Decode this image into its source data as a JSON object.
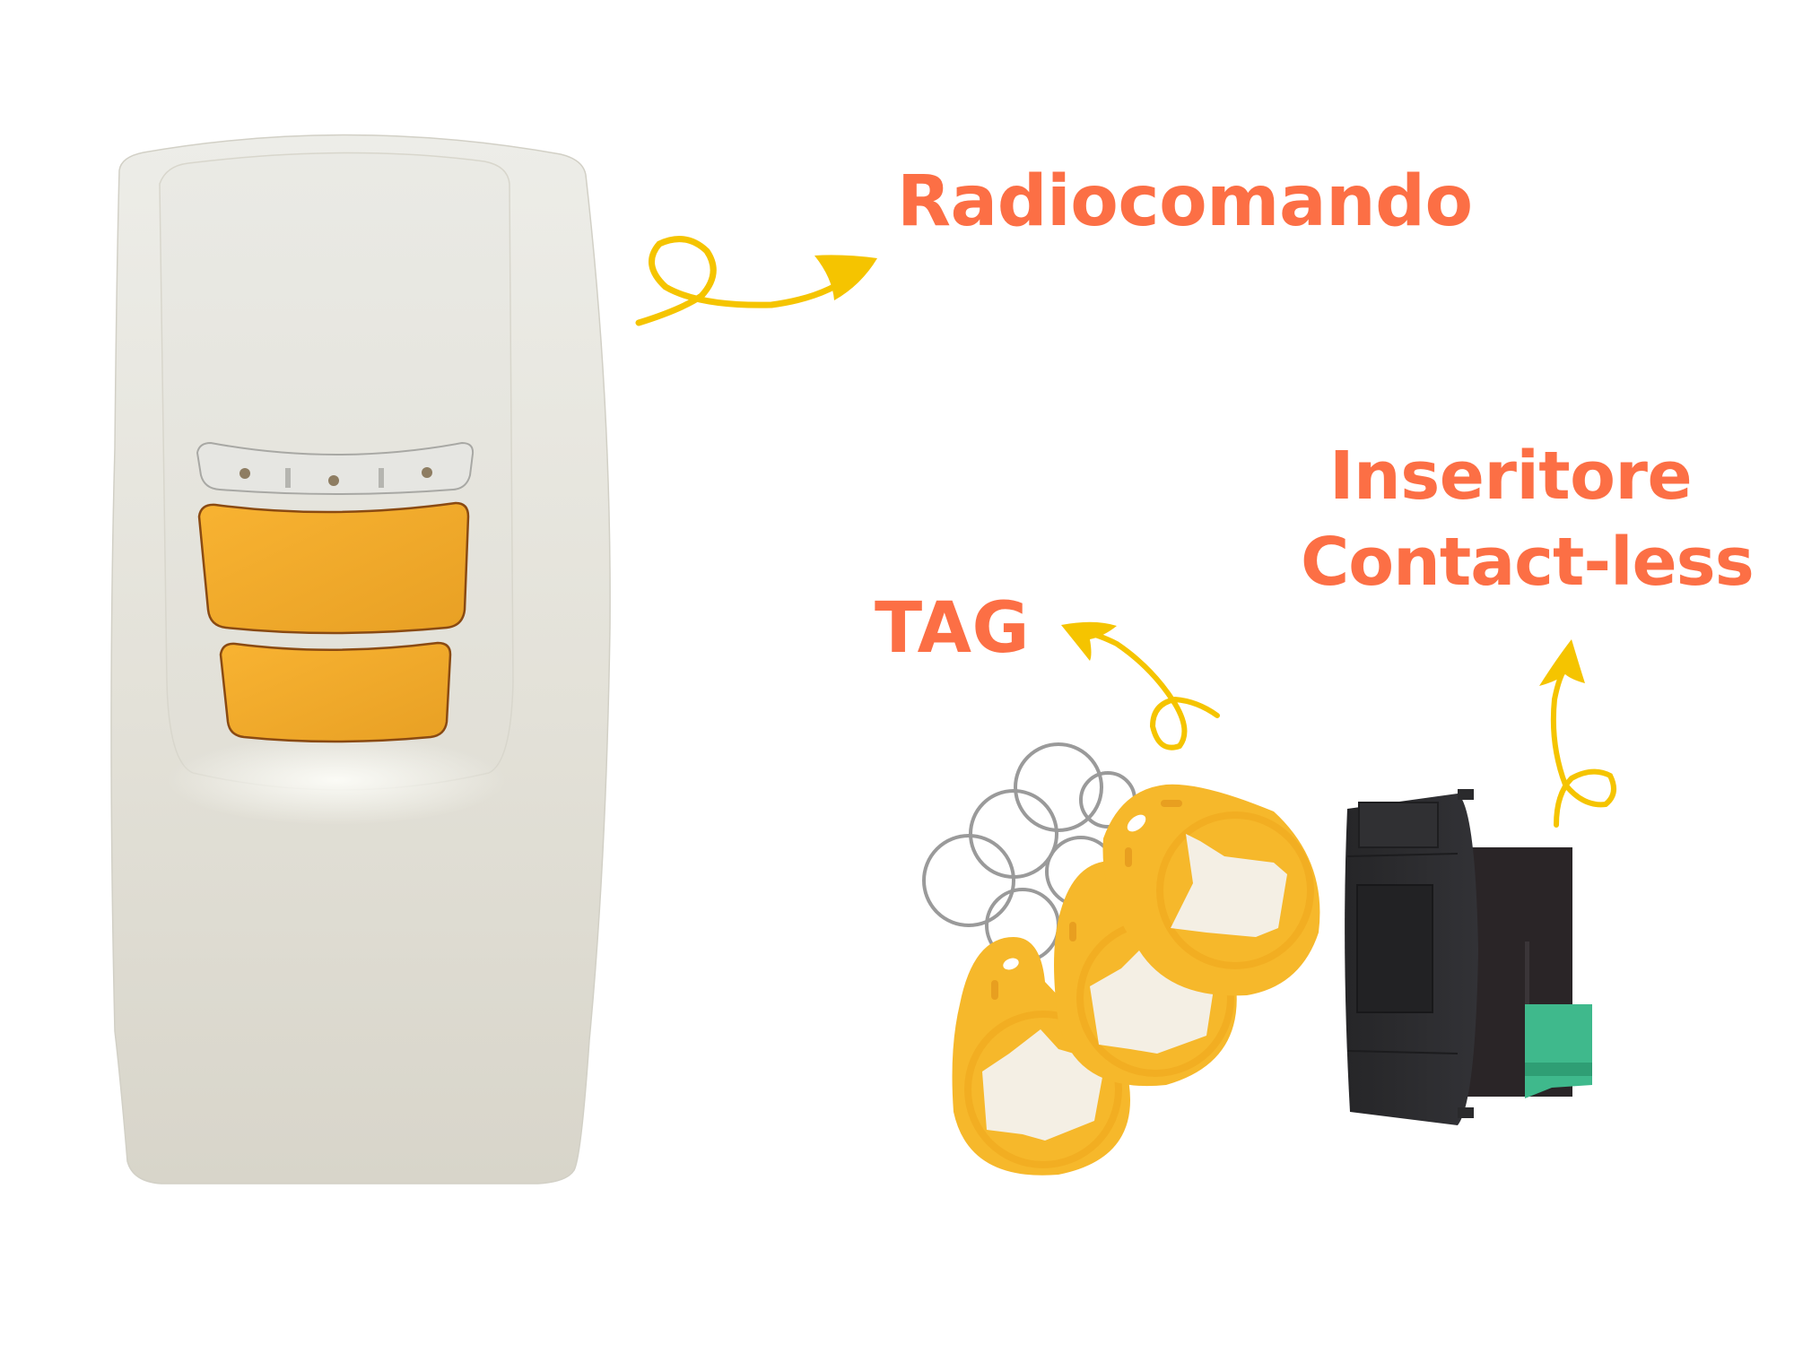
{
  "labels": {
    "remote": "Radiocomando",
    "tag": "TAG",
    "reader_line1": "Inseritore",
    "reader_line2": "Contact-less"
  },
  "colors": {
    "label": "#FC6F45",
    "arrow": "#F5C400",
    "remote_body": "#E4E2D9",
    "remote_button": "#F3AA2C",
    "tag_yellow": "#F6B82B",
    "reader_body": "#2B2B2D",
    "terminal_green": "#3FB98C"
  },
  "products": [
    {
      "name": "remote-control",
      "buttons": 2,
      "leds": 3
    },
    {
      "name": "rfid-tags",
      "count": 3
    },
    {
      "name": "contactless-reader"
    }
  ]
}
